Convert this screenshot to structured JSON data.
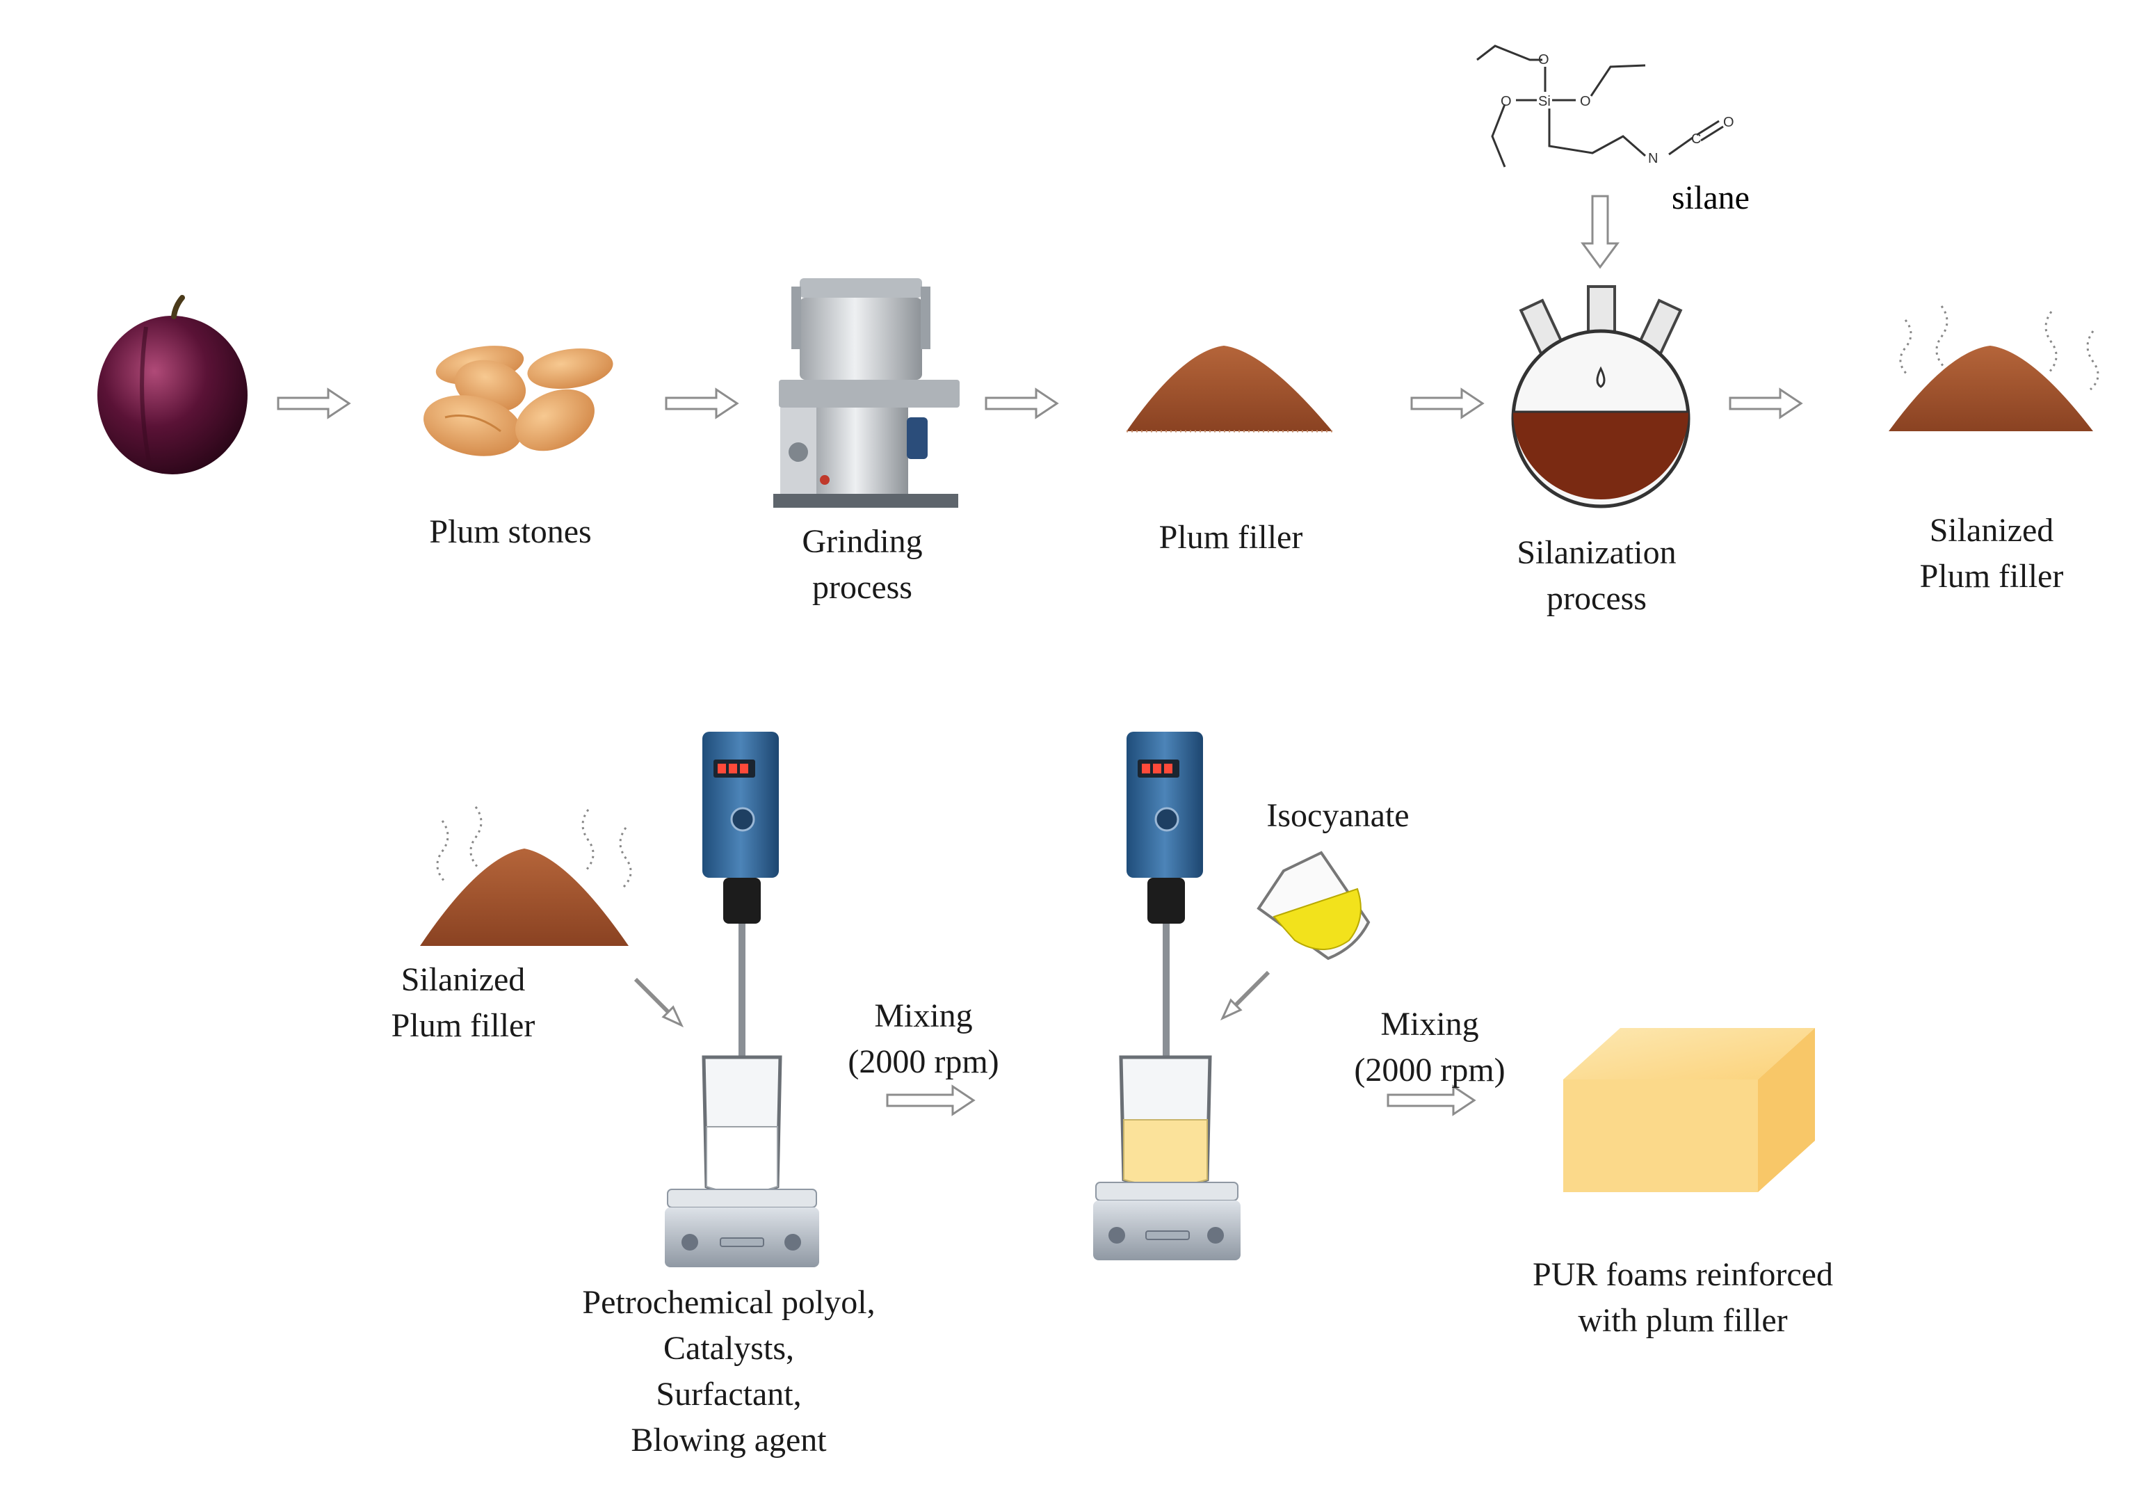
{
  "top_row": {
    "plum_stones_label": "Plum stones",
    "grinding_label": [
      "Grinding",
      "process"
    ],
    "plum_filler_label": "Plum filler",
    "silanization_label": [
      "Silanization",
      "process"
    ],
    "silanized_label": [
      "Silanized",
      "Plum filler"
    ],
    "silane_label": "silane",
    "silane_atoms": {
      "si": "Si",
      "o": "O",
      "n": "N",
      "c": "C"
    }
  },
  "bottom_row": {
    "silanized_label": [
      "Silanized",
      "Plum filler"
    ],
    "mixing1_label": [
      "Mixing",
      "(2000 rpm)"
    ],
    "isocyanate_label": "Isocyanate",
    "mixing2_label": [
      "Mixing",
      "(2000 rpm)"
    ],
    "polyol_label": [
      "Petrochemical polyol,",
      "Catalysts,",
      "Surfactant,",
      "Blowing agent"
    ],
    "foam_label": [
      "PUR foams reinforced",
      "with plum filler"
    ]
  },
  "colors": {
    "plum": "#5a1236",
    "stone": "#e3a56a",
    "powder": "#a0522d",
    "liquid": "#7a2a12",
    "isocyanate": "#f2e21c",
    "foam": "#fbd98a",
    "steel": "#c9ccd0",
    "mixer": "#2f5f8f",
    "arrow": "#8c8c8c"
  }
}
